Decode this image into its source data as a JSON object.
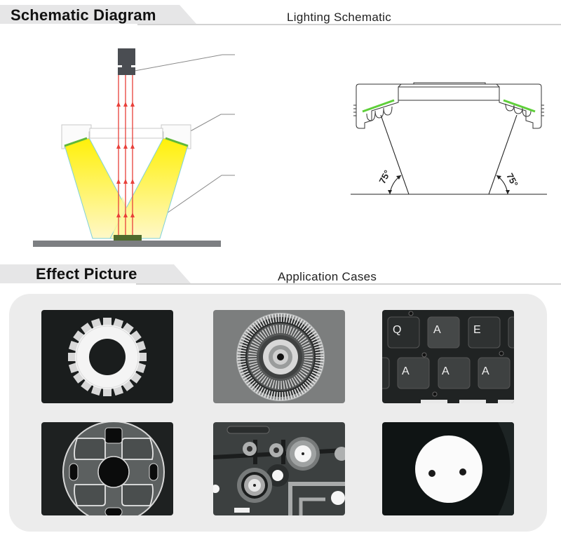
{
  "sections": {
    "schematic": {
      "title": "Schematic Diagram",
      "subtitle": "Lighting Schematic"
    },
    "effect": {
      "title": "Effect Picture",
      "subtitle": "Application Cases"
    }
  },
  "left_diagram": {
    "components": [
      "camera",
      "ring-light-housing",
      "led-strip-left",
      "led-strip-right",
      "light-cone-left",
      "light-cone-right",
      "reflected-rays",
      "target-object",
      "stage-platform"
    ],
    "leader_lines": 3,
    "colors": {
      "camera": "#4a4d52",
      "housing_outline": "#bfbfbf",
      "light_cone": "#ffee22",
      "cone_edge": "#7fd0d8",
      "rays": "#e8403a",
      "led_strip": "#5fb83a",
      "target": "#4e6b2c",
      "stage": "#7d7f82"
    }
  },
  "right_diagram": {
    "angle_left": "75°",
    "angle_right": "75°",
    "colors": {
      "led_strip": "#5fcf3a",
      "lines": "#222222"
    }
  },
  "application_cases": [
    {
      "name": "white-gear",
      "row": 1,
      "col": 1
    },
    {
      "name": "encoder-disc",
      "row": 1,
      "col": 2
    },
    {
      "name": "keyboard-keys",
      "row": 1,
      "col": 3,
      "keys_top": [
        "Q",
        "A",
        "E"
      ],
      "keys_bottom": [
        "A",
        "A",
        "A"
      ]
    },
    {
      "name": "metal-washer",
      "row": 2,
      "col": 1
    },
    {
      "name": "machined-plate",
      "row": 2,
      "col": 2
    },
    {
      "name": "white-button",
      "row": 2,
      "col": 3
    }
  ],
  "theme": {
    "banner_bg": "#e6e6e7",
    "divider": "#d2d2d2",
    "panel_bg": "#ececec"
  }
}
